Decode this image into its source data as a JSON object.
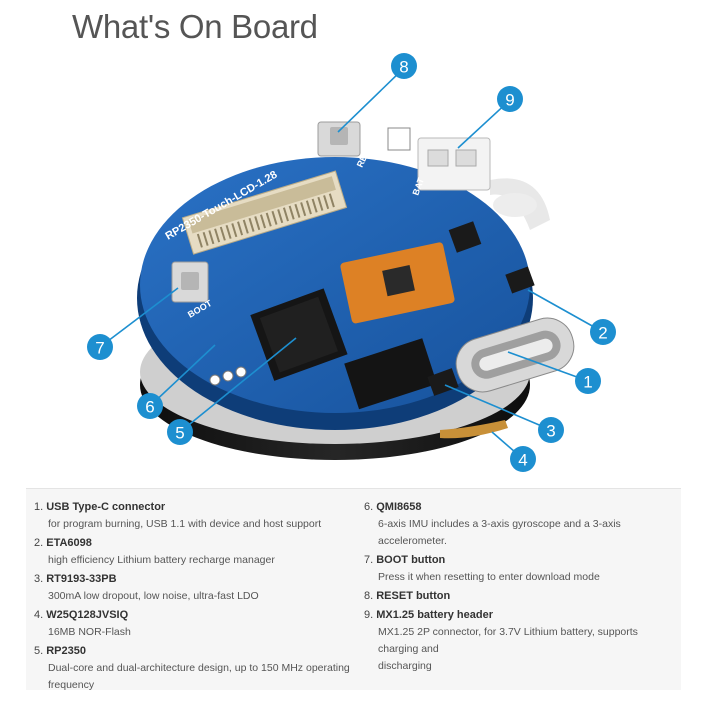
{
  "title": "What's On Board",
  "board_silkscreen": {
    "board_name": "RP2350-Touch-LCD-1.28",
    "reset": "RESET",
    "boot": "BOOT",
    "bat": "BAT"
  },
  "colors": {
    "pcb_blue": "#1f63b6",
    "callout_blue": "#1d8fd0",
    "imu_orange": "#e8831e"
  },
  "callouts": [
    "1",
    "2",
    "3",
    "4",
    "5",
    "6",
    "7",
    "8",
    "9"
  ],
  "components": [
    {
      "number": "1.",
      "name": "USB Type-C connector",
      "details": [
        "for program burning, USB 1.1 with device and host support"
      ]
    },
    {
      "number": "2.",
      "name": "ETA6098",
      "details": [
        "high efficiency Lithium battery recharge manager"
      ]
    },
    {
      "number": "3.",
      "name": "RT9193-33PB",
      "details": [
        "300mA low dropout, low noise, ultra-fast LDO"
      ]
    },
    {
      "number": "4.",
      "name": "W25Q128JVSIQ",
      "details": [
        "16MB NOR-Flash"
      ]
    },
    {
      "number": "5.",
      "name": "RP2350",
      "details": [
        "Dual-core and dual-architecture design, up to 150 MHz operating",
        "frequency"
      ]
    },
    {
      "number": "6.",
      "name": "QMI8658",
      "details": [
        "6-axis IMU includes a 3-axis gyroscope and a 3-axis accelerometer."
      ]
    },
    {
      "number": "7.",
      "name": "BOOT button",
      "details": [
        "Press it when resetting to enter download mode"
      ]
    },
    {
      "number": "8.",
      "name": "RESET button",
      "details": []
    },
    {
      "number": "9.",
      "name": "MX1.25 battery header",
      "details": [
        "MX1.25 2P connector, for 3.7V Lithium battery, supports charging and",
        "discharging"
      ]
    }
  ]
}
